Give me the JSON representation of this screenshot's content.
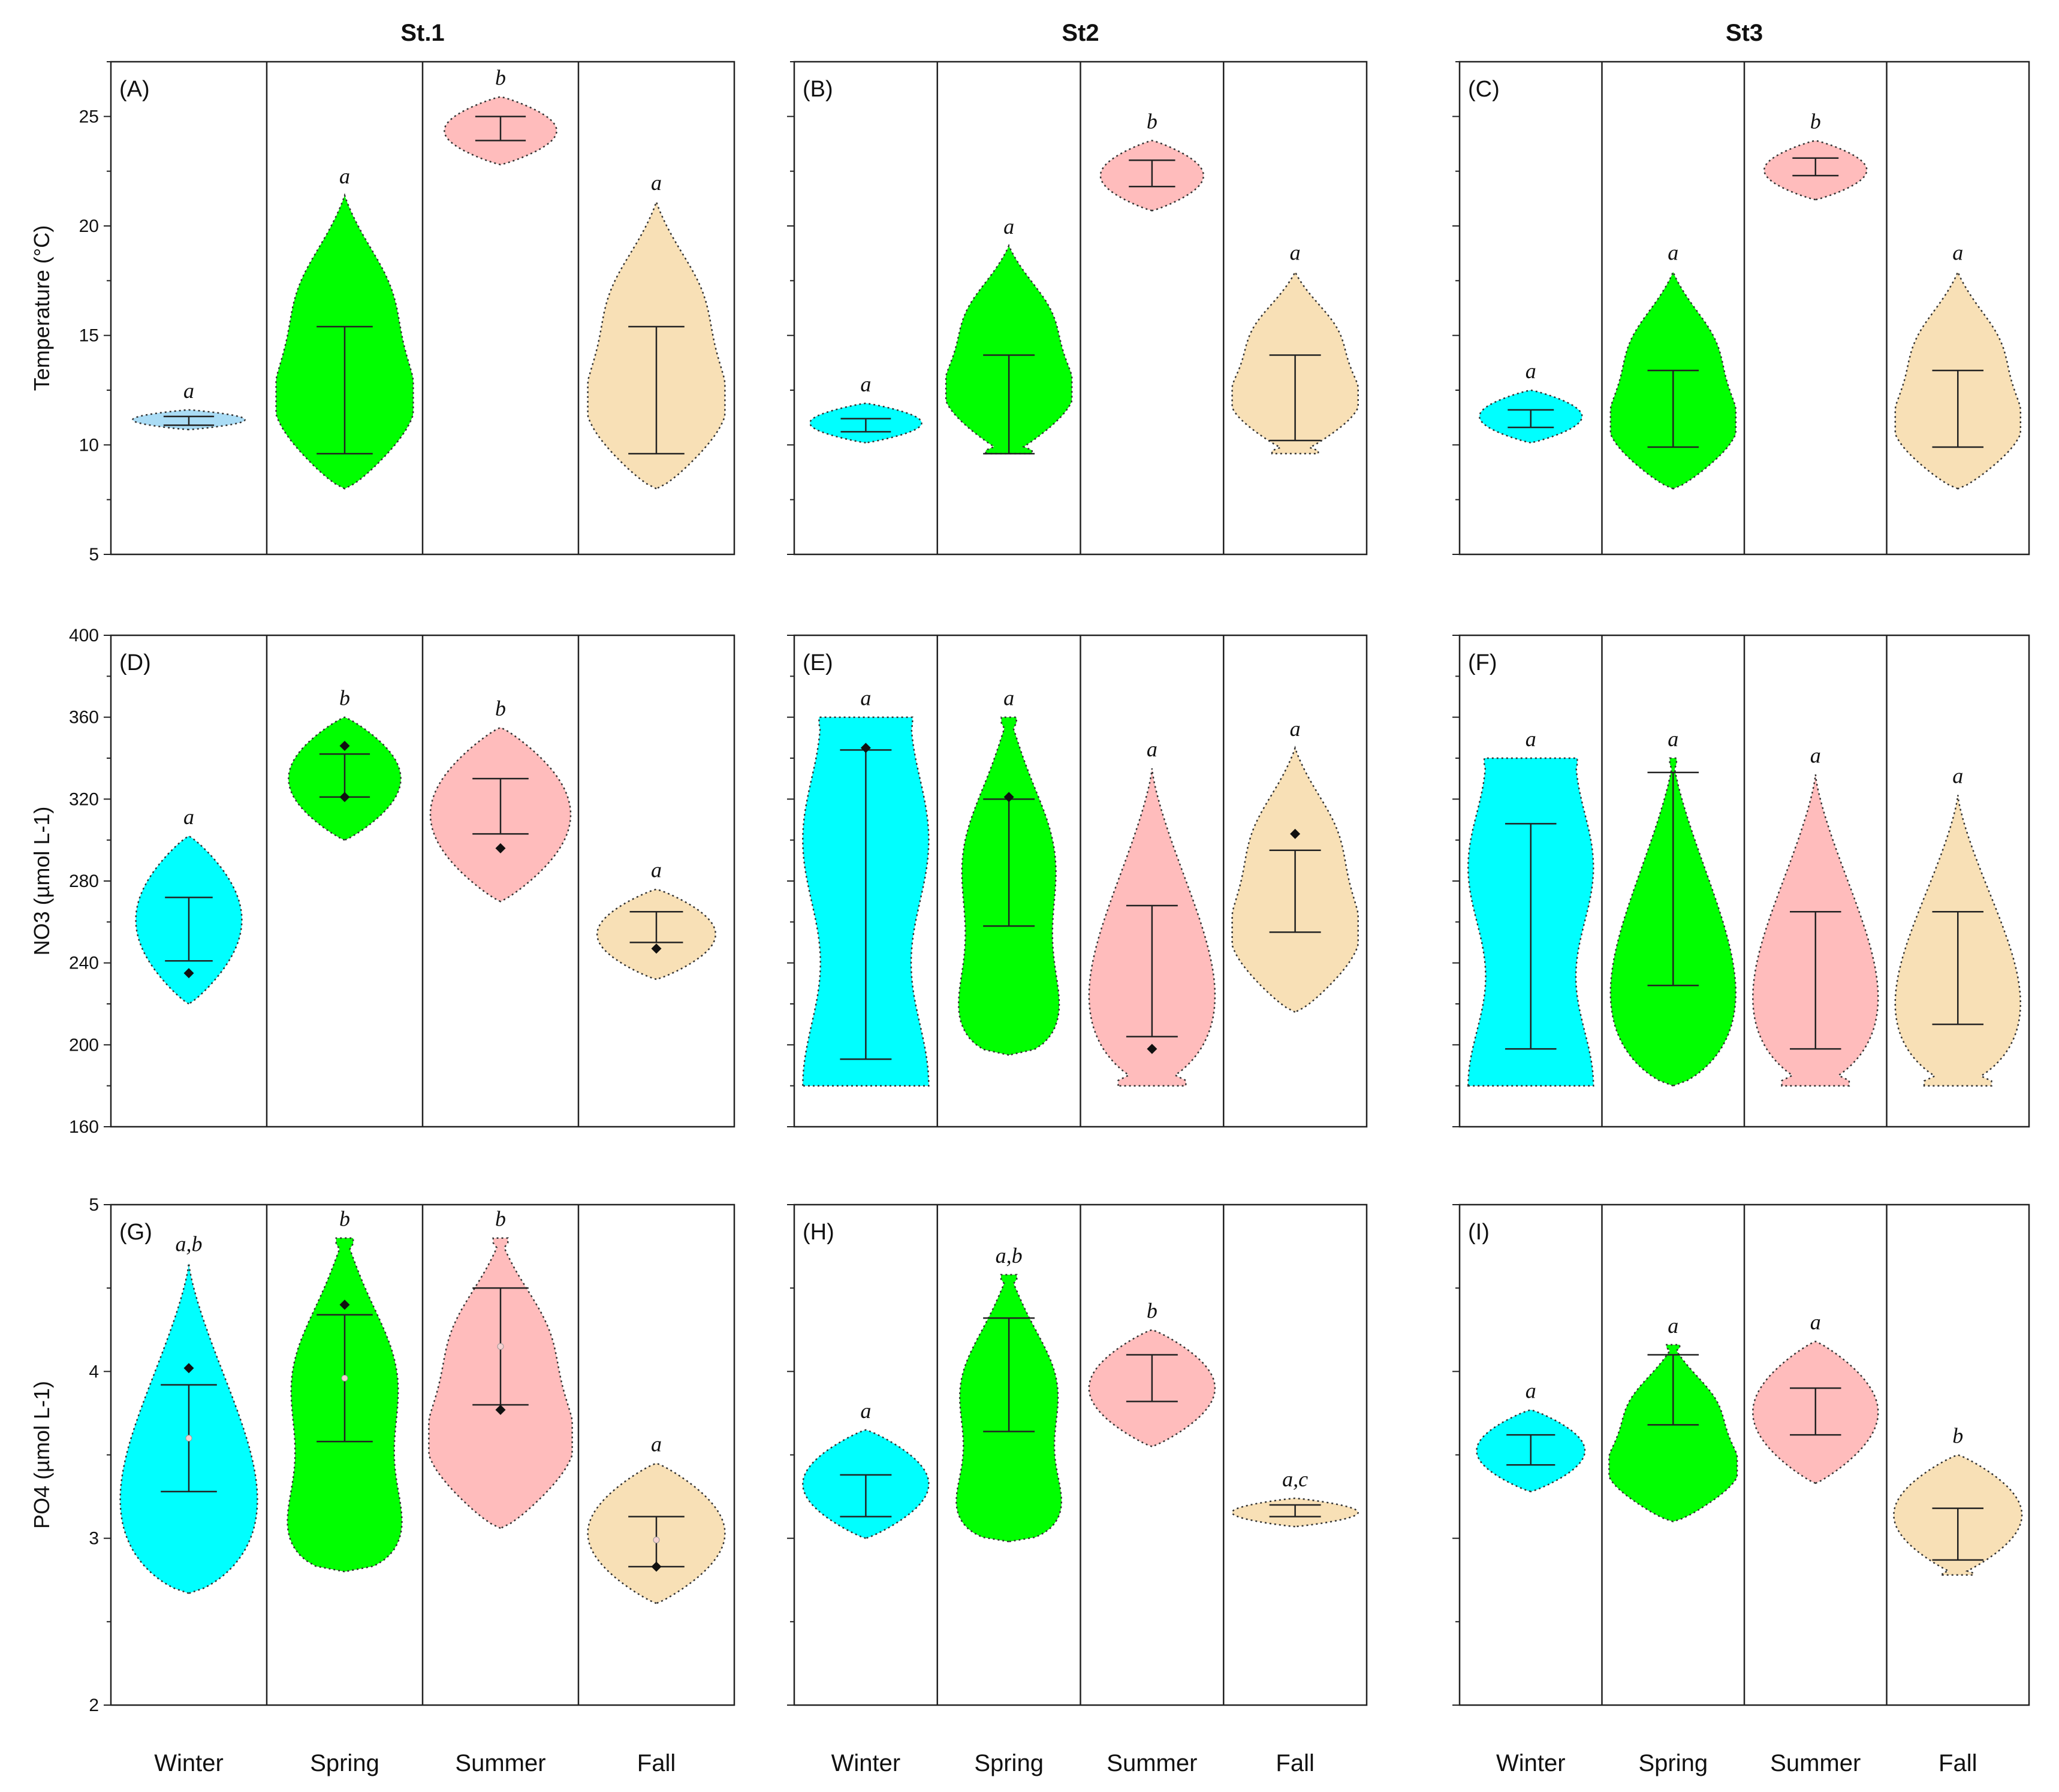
{
  "colors": {
    "Winter": "#00ffff",
    "Spring": "#00ff00",
    "Summer": "#ffbcbc",
    "Fall": "#f8e0b6",
    "fallback": "#aadcf5"
  },
  "chart_data": {
    "type": "violin",
    "columns": [
      "St.1",
      "St2",
      "St3"
    ],
    "seasons": [
      "Winter",
      "Spring",
      "Summer",
      "Fall"
    ],
    "rows": [
      {
        "ylabel": "Temperature (°C)",
        "ylim": [
          5,
          27.5
        ],
        "yticks": [
          5,
          10,
          15,
          20,
          25
        ],
        "minor": 2.5
      },
      {
        "ylabel": "NO3 (µmol L-1)",
        "ylim": [
          160,
          400
        ],
        "yticks": [
          160,
          200,
          240,
          280,
          320,
          360,
          400
        ],
        "minor": 20
      },
      {
        "ylabel": "PO4 (µmol L-1)",
        "ylim": [
          2,
          5
        ],
        "yticks": [
          2,
          3,
          4,
          5
        ],
        "minor": 0.5
      }
    ],
    "panels": [
      {
        "label": "(A)",
        "row": 0,
        "col": 0,
        "violins": [
          {
            "season": "Winter",
            "sig": "a",
            "min": 10.7,
            "max": 11.6,
            "q1": 10.9,
            "q3": 11.3,
            "w": 0.72,
            "shape": "diamond",
            "light": true
          },
          {
            "season": "Spring",
            "sig": "a",
            "min": 8,
            "max": 21.4,
            "q1": 9.6,
            "q3": 15.4,
            "w": 0.88,
            "shape": "bulge"
          },
          {
            "season": "Summer",
            "sig": "b",
            "min": 22.8,
            "max": 25.9,
            "q1": 23.9,
            "q3": 25,
            "w": 0.72,
            "shape": "diamond"
          },
          {
            "season": "Fall",
            "sig": "a",
            "min": 8,
            "max": 21.1,
            "q1": 9.6,
            "q3": 15.4,
            "w": 0.88,
            "shape": "bulge"
          }
        ]
      },
      {
        "label": "(B)",
        "row": 0,
        "col": 1,
        "violins": [
          {
            "season": "Winter",
            "sig": "a",
            "min": 10.1,
            "max": 11.9,
            "q1": 10.6,
            "q3": 11.2,
            "w": 0.78,
            "shape": "diamond"
          },
          {
            "season": "Spring",
            "sig": "a",
            "min": 9.6,
            "max": 19.1,
            "q1": 9.6,
            "q3": 14.1,
            "w": 0.88,
            "shape": "bulge",
            "flat": "bottom"
          },
          {
            "season": "Summer",
            "sig": "b",
            "min": 20.7,
            "max": 23.9,
            "q1": 21.8,
            "q3": 23,
            "w": 0.72,
            "shape": "diamond"
          },
          {
            "season": "Fall",
            "sig": "a",
            "min": 9.6,
            "max": 17.9,
            "q1": 10.2,
            "q3": 14.1,
            "w": 0.88,
            "shape": "bulge",
            "flat": "bottom"
          }
        ]
      },
      {
        "label": "(C)",
        "row": 0,
        "col": 2,
        "violins": [
          {
            "season": "Winter",
            "sig": "a",
            "min": 10.1,
            "max": 12.5,
            "q1": 10.8,
            "q3": 11.6,
            "w": 0.72,
            "shape": "diamond"
          },
          {
            "season": "Spring",
            "sig": "a",
            "min": 8,
            "max": 17.9,
            "q1": 9.9,
            "q3": 13.4,
            "w": 0.88,
            "shape": "bulge"
          },
          {
            "season": "Summer",
            "sig": "b",
            "min": 21.2,
            "max": 23.9,
            "q1": 22.3,
            "q3": 23.1,
            "w": 0.72,
            "shape": "diamond"
          },
          {
            "season": "Fall",
            "sig": "a",
            "min": 8,
            "max": 17.9,
            "q1": 9.9,
            "q3": 13.4,
            "w": 0.88,
            "shape": "bulge"
          }
        ]
      },
      {
        "label": "(D)",
        "row": 1,
        "col": 0,
        "violins": [
          {
            "season": "Winter",
            "sig": "a",
            "min": 220,
            "max": 302,
            "q1": 241,
            "q3": 272,
            "w": 0.68,
            "shape": "diamond",
            "dots": [
              235
            ]
          },
          {
            "season": "Spring",
            "sig": "b",
            "min": 300,
            "max": 360,
            "q1": 321,
            "q3": 342,
            "w": 0.72,
            "shape": "diamond",
            "dots": [
              346,
              321
            ]
          },
          {
            "season": "Summer",
            "sig": "b",
            "min": 270,
            "max": 355,
            "q1": 303,
            "q3": 330,
            "w": 0.9,
            "shape": "diamond",
            "dots": [
              296
            ]
          },
          {
            "season": "Fall",
            "sig": "a",
            "min": 232,
            "max": 276,
            "q1": 250,
            "q3": 265,
            "w": 0.76,
            "shape": "diamond",
            "dots": [
              247
            ]
          }
        ]
      },
      {
        "label": "(E)",
        "row": 1,
        "col": 1,
        "violins": [
          {
            "season": "Winter",
            "sig": "a",
            "min": 180,
            "max": 360,
            "q1": 193,
            "q3": 344,
            "w": 0.88,
            "shape": "wave",
            "flat": "both",
            "dots": [
              345
            ]
          },
          {
            "season": "Spring",
            "sig": "a",
            "min": 195,
            "max": 360,
            "q1": 258,
            "q3": 320,
            "w": 0.88,
            "shape": "wave2",
            "flat": "top",
            "dots": [
              321
            ]
          },
          {
            "season": "Summer",
            "sig": "a",
            "min": 180,
            "max": 335,
            "q1": 204,
            "q3": 268,
            "w": 0.88,
            "shape": "cone",
            "flat": "bottom",
            "dots": [
              198
            ]
          },
          {
            "season": "Fall",
            "sig": "a",
            "min": 216,
            "max": 345,
            "q1": 255,
            "q3": 295,
            "w": 0.88,
            "shape": "bulge",
            "dots": [
              303
            ]
          }
        ]
      },
      {
        "label": "(F)",
        "row": 1,
        "col": 2,
        "violins": [
          {
            "season": "Winter",
            "sig": "a",
            "min": 180,
            "max": 340,
            "q1": 198,
            "q3": 308,
            "w": 0.88,
            "shape": "wave",
            "flat": "both"
          },
          {
            "season": "Spring",
            "sig": "a",
            "min": 180,
            "max": 340,
            "q1": 229,
            "q3": 333,
            "w": 0.88,
            "shape": "cone",
            "flat": "top"
          },
          {
            "season": "Summer",
            "sig": "a",
            "min": 180,
            "max": 332,
            "q1": 198,
            "q3": 265,
            "w": 0.88,
            "shape": "cone",
            "flat": "bottom"
          },
          {
            "season": "Fall",
            "sig": "a",
            "min": 180,
            "max": 322,
            "q1": 210,
            "q3": 265,
            "w": 0.88,
            "shape": "cone",
            "flat": "bottom"
          }
        ]
      },
      {
        "label": "(G)",
        "row": 2,
        "col": 0,
        "violins": [
          {
            "season": "Winter",
            "sig": "a,b",
            "min": 2.67,
            "max": 4.65,
            "q1": 3.28,
            "q3": 3.92,
            "w": 0.88,
            "shape": "cone",
            "dots": [
              4.02
            ],
            "mean": 3.6
          },
          {
            "season": "Spring",
            "sig": "b",
            "min": 2.8,
            "max": 4.8,
            "q1": 3.58,
            "q3": 4.34,
            "w": 0.92,
            "shape": "wave2",
            "flat": "top",
            "dots": [
              4.4
            ],
            "mean": 3.96
          },
          {
            "season": "Summer",
            "sig": "b",
            "min": 3.06,
            "max": 4.8,
            "q1": 3.8,
            "q3": 4.5,
            "w": 0.92,
            "shape": "bulge",
            "flat": "top",
            "dots": [
              3.77
            ],
            "mean": 4.15
          },
          {
            "season": "Fall",
            "sig": "a",
            "min": 2.61,
            "max": 3.45,
            "q1": 2.83,
            "q3": 3.13,
            "w": 0.88,
            "shape": "diamond",
            "dots": [
              2.83
            ],
            "mean": 2.99
          }
        ]
      },
      {
        "label": "(H)",
        "row": 2,
        "col": 1,
        "violins": [
          {
            "season": "Winter",
            "sig": "a",
            "min": 3,
            "max": 3.65,
            "q1": 3.13,
            "q3": 3.38,
            "w": 0.88,
            "shape": "diamond"
          },
          {
            "season": "Spring",
            "sig": "a,b",
            "min": 2.98,
            "max": 4.58,
            "q1": 3.64,
            "q3": 4.32,
            "w": 0.92,
            "shape": "wave2",
            "flat": "top"
          },
          {
            "season": "Summer",
            "sig": "b",
            "min": 3.55,
            "max": 4.25,
            "q1": 3.82,
            "q3": 4.1,
            "w": 0.88,
            "shape": "diamond"
          },
          {
            "season": "Fall",
            "sig": "a,c",
            "min": 3.07,
            "max": 3.24,
            "q1": 3.13,
            "q3": 3.2,
            "w": 0.88,
            "shape": "diamond"
          }
        ]
      },
      {
        "label": "(I)",
        "row": 2,
        "col": 2,
        "violins": [
          {
            "season": "Winter",
            "sig": "a",
            "min": 3.28,
            "max": 3.77,
            "q1": 3.44,
            "q3": 3.62,
            "w": 0.76,
            "shape": "diamond"
          },
          {
            "season": "Spring",
            "sig": "a",
            "min": 3.1,
            "max": 4.16,
            "q1": 3.68,
            "q3": 4.1,
            "w": 0.9,
            "shape": "bulge",
            "flat": "top"
          },
          {
            "season": "Summer",
            "sig": "a",
            "min": 3.33,
            "max": 4.18,
            "q1": 3.62,
            "q3": 3.9,
            "w": 0.88,
            "shape": "diamond"
          },
          {
            "season": "Fall",
            "sig": "b",
            "min": 2.78,
            "max": 3.5,
            "q1": 2.87,
            "q3": 3.18,
            "w": 0.9,
            "shape": "diamond",
            "flat": "bottom"
          }
        ]
      }
    ]
  }
}
